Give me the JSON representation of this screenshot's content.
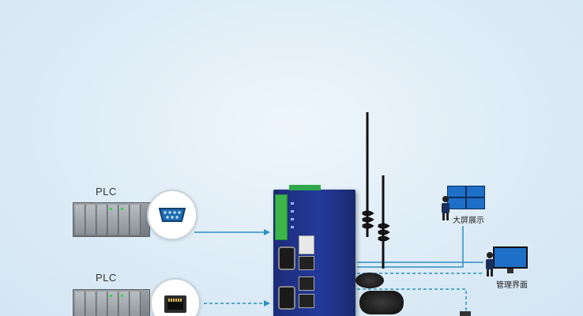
{
  "devices": {
    "plc_top": {
      "label": "PLC",
      "port": "serial-db9-port-icon"
    },
    "plc_bottom": {
      "label": "PLC",
      "port": "ethernet-rj45-port-icon"
    }
  },
  "gateway": {
    "name": "industrial-gateway",
    "antennas": 2
  },
  "outputs": {
    "big_screen": {
      "label": "大屏展示"
    },
    "management": {
      "label": "管理界面"
    }
  },
  "colors": {
    "serial_line": "#2d8fc0",
    "ethernet_line": "#2d8fc0",
    "gateway_blue": "#243a9a",
    "terminal_green": "#3cb64a"
  }
}
